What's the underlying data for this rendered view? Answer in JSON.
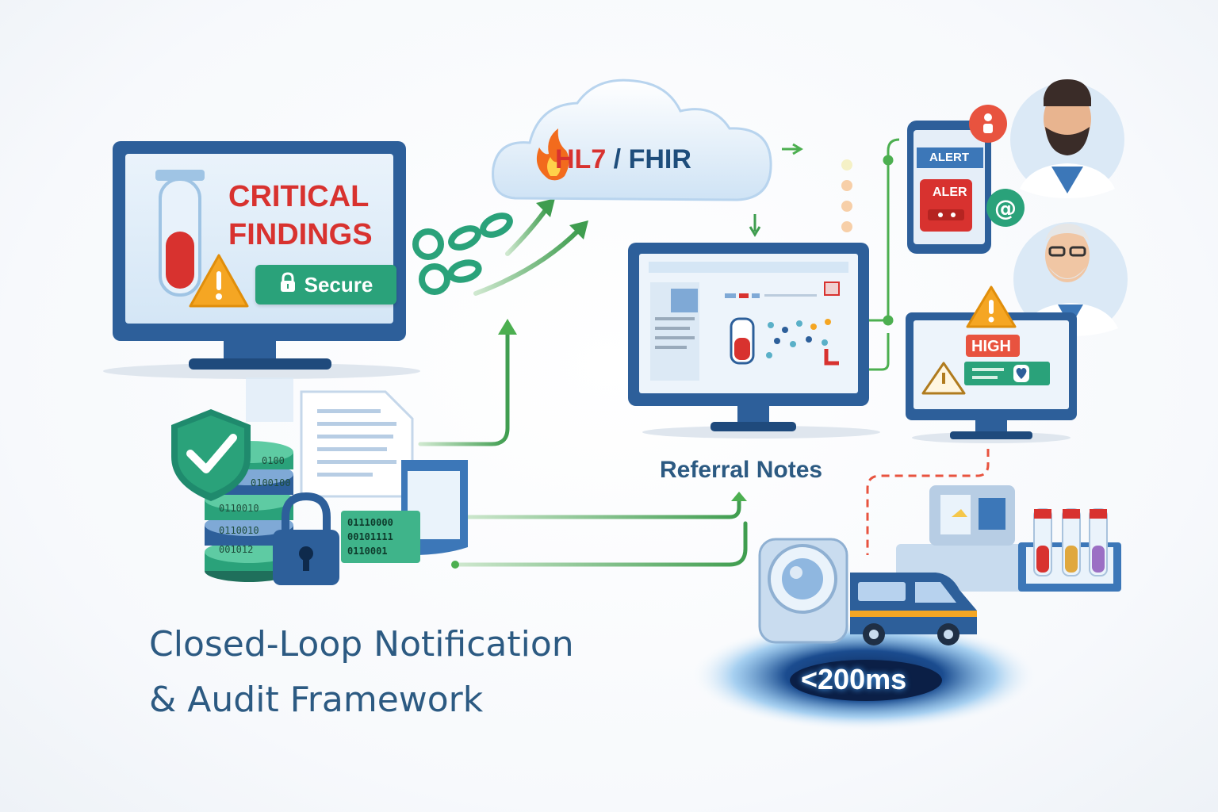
{
  "labels": {
    "critical_line1": "CRITICAL",
    "critical_line2": "FINDINGS",
    "secure": "Secure",
    "hl7": "HL7",
    "fhir": " / FHIR",
    "alert_header": "ALERT",
    "alert_badge": "ALER",
    "high": "HIGH",
    "referral": "Referral Notes",
    "latency": "<200ms",
    "title_line1": "Closed-Loop Notification",
    "title_line2": "& Audit Framework"
  },
  "binary": {
    "db_rows": [
      "0100",
      "0100100",
      "0110010",
      "0110010",
      "001012"
    ],
    "card_rows": [
      "01110000",
      "00101111",
      "0110001"
    ]
  },
  "icons": [
    "test-tube-icon",
    "warning-icon",
    "lock-icon",
    "fire-icon",
    "shield-check-icon",
    "padlock-icon",
    "at-icon",
    "person-alert-icon",
    "heart-icon",
    "ambulance-icon",
    "mri-scanner-icon"
  ],
  "colors": {
    "critical_red": "#d8322f",
    "secure_green": "#2aa27a",
    "navy": "#1e4d7b",
    "flow_green": "#4caf50",
    "title_blue": "#2c5a82",
    "warning_orange": "#f5a623"
  }
}
